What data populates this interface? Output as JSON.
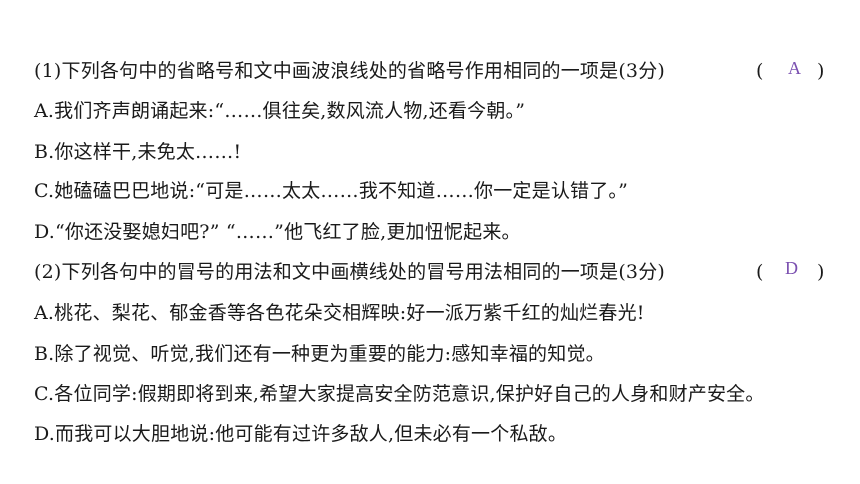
{
  "questions": [
    {
      "stem": "(1)下列各句中的省略号和文中画波浪线处的省略号作用相同的一项是(3分)",
      "paren_open": "(",
      "paren_close": ")",
      "answer": "A",
      "options": [
        "A.我们齐声朗诵起来:“……俱往矣,数风流人物,还看今朝。”",
        "B.你这样干,未免太……!",
        "C.她磕磕巴巴地说:“可是……太太……我不知道……你一定是认错了。”",
        "D.“你还没娶媳妇吧?” “……”他飞红了脸,更加忸怩起来。"
      ]
    },
    {
      "stem": "(2)下列各句中的冒号的用法和文中画横线处的冒号用法相同的一项是(3分)",
      "paren_open": "(",
      "paren_close": ")",
      "answer": "D",
      "options": [
        "A.桃花、梨花、郁金香等各色花朵交相辉映:好一派万紫千红的灿烂春光!",
        "B.除了视觉、听觉,我们还有一种更为重要的能力:感知幸福的知觉。",
        "C.各位同学:假期即将到来,希望大家提高安全防范意识,保护好自己的人身和财产安全。",
        "D.而我可以大胆地说:他可能有过许多敌人,但未必有一个私敌。"
      ]
    }
  ]
}
